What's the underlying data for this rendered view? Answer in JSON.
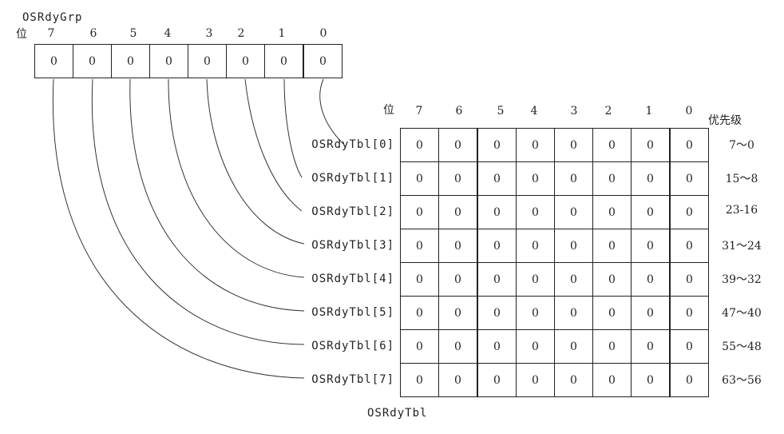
{
  "grp": {
    "name": "OSRdyGrp",
    "bit_label": "位",
    "bit_numbers": [
      "7",
      "6",
      "5",
      "4",
      "3",
      "2",
      "1",
      "0"
    ],
    "cells": [
      "0",
      "0",
      "0",
      "0",
      "0",
      "0",
      "0",
      "0"
    ]
  },
  "tbl": {
    "name": "OSRdyTbl",
    "bit_label": "位",
    "bit_numbers": [
      "7",
      "6",
      "5",
      "4",
      "3",
      "2",
      "1",
      "0"
    ],
    "priority_header": "优先级",
    "rows": [
      {
        "label": "OSRdyTbl[0]",
        "priority": "7～0",
        "cells": [
          "0",
          "0",
          "0",
          "0",
          "0",
          "0",
          "0",
          "0"
        ]
      },
      {
        "label": "OSRdyTbl[1]",
        "priority": "15～8",
        "cells": [
          "0",
          "0",
          "0",
          "0",
          "0",
          "0",
          "0",
          "0"
        ]
      },
      {
        "label": "OSRdyTbl[2]",
        "priority": "23-16",
        "cells": [
          "0",
          "0",
          "0",
          "0",
          "0",
          "0",
          "0",
          "0"
        ]
      },
      {
        "label": "OSRdyTbl[3]",
        "priority": "31～24",
        "cells": [
          "0",
          "0",
          "0",
          "0",
          "0",
          "0",
          "0",
          "0"
        ]
      },
      {
        "label": "OSRdyTbl[4]",
        "priority": "39～32",
        "cells": [
          "0",
          "0",
          "0",
          "0",
          "0",
          "0",
          "0",
          "0"
        ]
      },
      {
        "label": "OSRdyTbl[5]",
        "priority": "47～40",
        "cells": [
          "0",
          "0",
          "0",
          "0",
          "0",
          "0",
          "0",
          "0"
        ]
      },
      {
        "label": "OSRdyTbl[6]",
        "priority": "55～48",
        "cells": [
          "0",
          "0",
          "0",
          "0",
          "0",
          "0",
          "0",
          "0"
        ]
      },
      {
        "label": "OSRdyTbl[7]",
        "priority": "63～56",
        "cells": [
          "0",
          "0",
          "0",
          "0",
          "0",
          "0",
          "0",
          "0"
        ]
      }
    ]
  }
}
